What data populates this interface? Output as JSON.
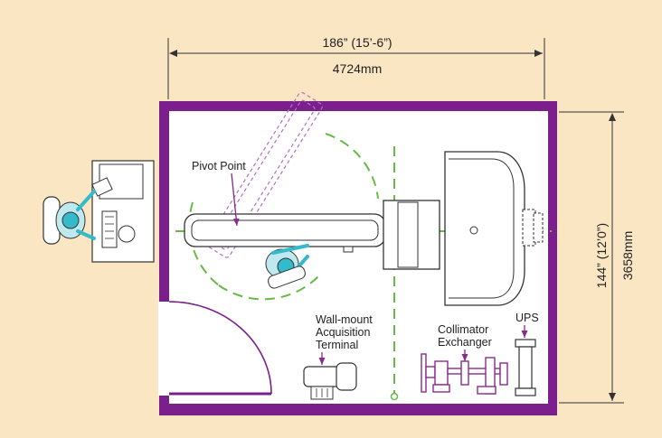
{
  "dimensions": {
    "width_imperial": "186” (15’-6”)",
    "width_metric": "4724mm",
    "depth_imperial": "144” (12’0”)",
    "depth_metric": "3658mm"
  },
  "labels": {
    "pivot_point": "Pivot Point",
    "wall_mount_line1": "Wall-mount",
    "wall_mount_line2": "Acquisition",
    "wall_mount_line3": "Terminal",
    "collimator_line1": "Collimator",
    "collimator_line2": "Exchanger",
    "ups": "UPS"
  },
  "colors": {
    "background": "#fbe6c4",
    "wall": "#7a1f8c",
    "room_floor": "#ffffff",
    "guide_lines": "#66bb44",
    "operator": "#33bbcc",
    "equipment_outline": "#333333",
    "callout": "#8a2a8a"
  }
}
